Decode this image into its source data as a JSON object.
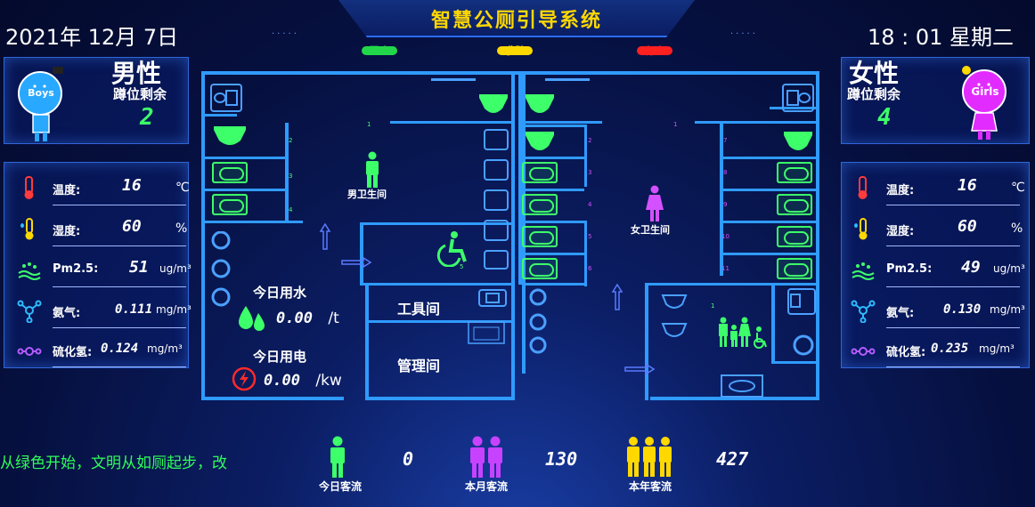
{
  "header": {
    "title": "智慧公厕引导系统",
    "date": "2021年 12月 7日",
    "time": "18 : 01",
    "weekday": "星期二",
    "dots": "....."
  },
  "legend": [
    {
      "label": "无人",
      "color": "#22d84a"
    },
    {
      "label": "求助",
      "color": "#ffd800"
    },
    {
      "label": "有人",
      "color": "#ff2020"
    }
  ],
  "men": {
    "badge": "Boys",
    "gender": "男性",
    "remain_label": "蹲位剩余",
    "remain_count": "2"
  },
  "women": {
    "badge": "Girls",
    "gender": "女性",
    "remain_label": "蹲位剩余",
    "remain_count": "4"
  },
  "env_men": [
    {
      "name": "温度:",
      "value": "16",
      "unit": "℃",
      "icon": "thermometer-icon"
    },
    {
      "name": "湿度:",
      "value": "60",
      "unit": "%",
      "icon": "humidity-icon"
    },
    {
      "name": "Pm2.5:",
      "value": "51",
      "unit": "ug/m³",
      "icon": "pm25-icon"
    },
    {
      "name": "氨气:",
      "value": "0.111",
      "unit": "mg/m³",
      "icon": "ammonia-icon"
    },
    {
      "name": "硫化氢:",
      "value": "0.124",
      "unit": "mg/m³",
      "icon": "h2s-icon"
    }
  ],
  "env_women": [
    {
      "name": "温度:",
      "value": "16",
      "unit": "℃",
      "icon": "thermometer-icon"
    },
    {
      "name": "湿度:",
      "value": "60",
      "unit": "%",
      "icon": "humidity-icon"
    },
    {
      "name": "Pm2.5:",
      "value": "49",
      "unit": "ug/m³",
      "icon": "pm25-icon"
    },
    {
      "name": "氨气:",
      "value": "0.130",
      "unit": "mg/m³",
      "icon": "ammonia-icon"
    },
    {
      "name": "硫化氢:",
      "value": "0.235",
      "unit": "mg/m³",
      "icon": "h2s-icon"
    }
  ],
  "plan": {
    "men_room": "男卫生间",
    "women_room": "女卫生间",
    "tool_room": "工具间",
    "manage_room": "管理间",
    "water_label": "今日用水",
    "water_value": "0.00",
    "water_unit": "/t",
    "power_label": "今日用电",
    "power_value": "0.00",
    "power_unit": "/kw",
    "men_stall_numbers": [
      "1",
      "2",
      "3",
      "4"
    ],
    "mid_stall_numbers": [
      "2",
      "3",
      "4",
      "5",
      "6"
    ],
    "women_stall_numbers": [
      "1",
      "7",
      "8",
      "9",
      "10",
      "11"
    ],
    "accessible_num": "5",
    "family_num": "1"
  },
  "footer": {
    "slogan": "从绿色开始，文明从如厕起步，改",
    "today_label": "今日客流",
    "today_value": "0",
    "month_label": "本月客流",
    "month_value": "130",
    "year_label": "本年客流",
    "year_value": "427"
  },
  "colors": {
    "accent": "#2f9bff",
    "available": "#3dff6a",
    "female": "#d451ff",
    "title": "#ffd800",
    "occupied": "#ff2020"
  }
}
